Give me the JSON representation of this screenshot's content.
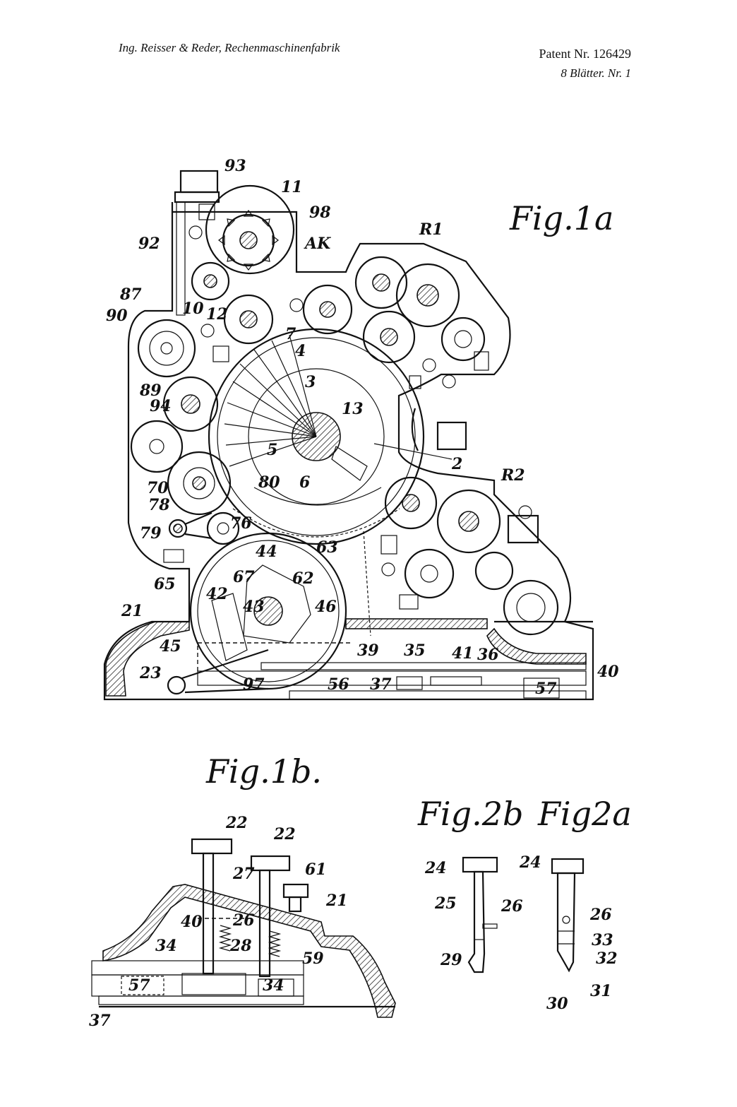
{
  "header": {
    "manufacturer": "Ing. Reisser & Reder, Rechenmaschinenfabrik",
    "patent": "Patent Nr. 126429",
    "sheet": "8 Blätter. Nr. 1"
  },
  "figures": {
    "fig1a": "Fig.1a",
    "fig1b": "Fig.1b.",
    "fig2b": "Fig.2b",
    "fig2a": "Fig2a"
  },
  "labels_fig1a": [
    "93",
    "11",
    "98",
    "AK",
    "92",
    "R1",
    "87",
    "90",
    "10",
    "12",
    "7",
    "4",
    "3",
    "13",
    "89",
    "94",
    "2",
    "5",
    "6",
    "80",
    "R2",
    "70",
    "78",
    "79",
    "76",
    "44",
    "63",
    "62",
    "67",
    "65",
    "42",
    "43",
    "46",
    "21",
    "45",
    "39",
    "35",
    "41",
    "36",
    "40",
    "23",
    "97",
    "56",
    "37",
    "57"
  ],
  "labels_fig1b": [
    "22",
    "22",
    "27",
    "61",
    "21",
    "40",
    "26",
    "34",
    "28",
    "59",
    "57",
    "34",
    "37"
  ],
  "labels_fig2b": [
    "24",
    "25",
    "26",
    "29"
  ],
  "labels_fig2a": [
    "24",
    "26",
    "33",
    "32",
    "31",
    "30"
  ]
}
